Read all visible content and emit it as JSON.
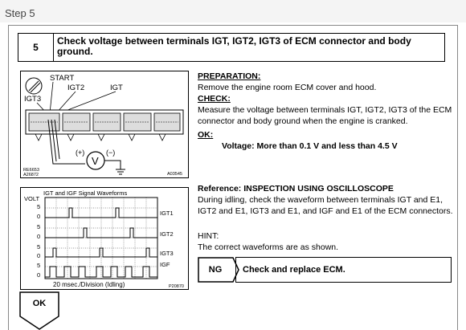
{
  "step_label": "Step 5",
  "header": {
    "number": "5",
    "title": "Check voltage between terminals IGT, IGT2, IGT3 of ECM connector and body ground."
  },
  "figure1": {
    "labels": {
      "start": "START",
      "igt2": "IGT2",
      "igt": "IGT",
      "igt3": "IGT3",
      "plus": "(+)",
      "minus": "(−)",
      "meter": "V",
      "code_left_1": "RE6653",
      "code_left_2": "A26872",
      "code_right": "A03545"
    }
  },
  "figure2": {
    "title": "IGT and IGF Signal Waveforms",
    "volt_label": "VOLT",
    "y_ticks": [
      "5",
      "0",
      "5",
      "0",
      "5",
      "0",
      "5",
      "0"
    ],
    "channels": [
      "IGT1",
      "IGT2",
      "IGT3",
      "IGF"
    ],
    "x_label": "20 msec./Division (Idling)",
    "code": "P20870"
  },
  "preparation": {
    "title": "PREPARATION:",
    "text": "Remove the engine room ECM cover and hood."
  },
  "check": {
    "title": "CHECK:",
    "text": "Measure the voltage between terminals IGT, IGT2, IGT3 of the ECM connector and body ground when the engine is cranked."
  },
  "ok_spec": {
    "title": "OK:",
    "text": "Voltage: More than 0.1 V and less than 4.5 V"
  },
  "reference": {
    "title": "Reference: INSPECTION USING OSCILLOSCOPE",
    "text": "During idling, check the waveform between terminals IGT and E1, IGT2 and E1, IGT3 and E1, and IGF and E1 of the ECM connectors.",
    "hint_title": "HINT:",
    "hint_text": "The correct waveforms are as shown."
  },
  "ng": {
    "label": "NG",
    "action": "Check and replace ECM."
  },
  "ok_button": {
    "label": "OK"
  }
}
